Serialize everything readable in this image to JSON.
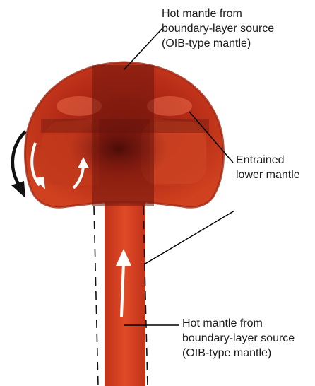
{
  "labels": {
    "top": {
      "line1": "Hot mantle from",
      "line2": "boundary-layer source",
      "line3": "(OIB-type mantle)"
    },
    "middle": {
      "line1": "Entrained",
      "line2": "lower mantle"
    },
    "bottom": {
      "line1": "Hot mantle from",
      "line2": "boundary-layer source",
      "line3": "(OIB-type mantle)"
    }
  },
  "colors": {
    "plume_fluid": "#c8321a",
    "plume_dark": "#7a140c",
    "background": "#ffffff",
    "leader_lines": "#000000",
    "flow_arrow_white": "#ffffff",
    "flow_arrow_black": "#111111"
  }
}
